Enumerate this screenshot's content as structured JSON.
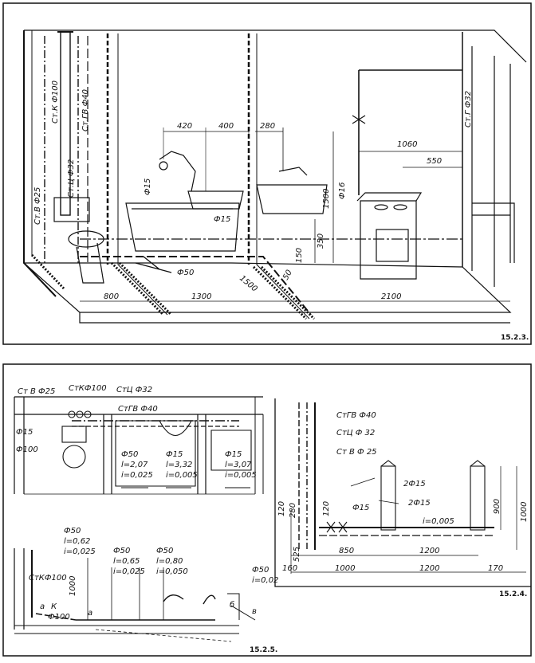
{
  "figures": {
    "fig_15_2_3": {
      "number": "15.2.3.",
      "dims": {
        "d420": "420",
        "d400": "400",
        "d280": "280",
        "d1060": "1060",
        "d550": "550",
        "d1500": "1500",
        "d350": "350",
        "d150": "150",
        "d50": "50",
        "d800": "800",
        "d1300": "1300",
        "d1500b": "1500",
        "d2100": "2100"
      },
      "labels": {
        "stk100": "Ст.К Ф100",
        "stgv40": "Ст.ГВ Ф40",
        "stc32": "Ст.Ц Ф32",
        "stv25": "Ст.В Ф25",
        "stg32": "Ст.Г Ф32",
        "f15a": "Ф15",
        "f15b": "Ф15",
        "f16": "Ф16",
        "f50": "Ф50"
      }
    },
    "fig_15_2_4": {
      "number": "15.2.4.",
      "labels": {
        "stgv40": "СтГВ Ф40",
        "stc32": "СтЦ Ф 32",
        "stv25": "Ст В Ф 25",
        "f15": "Ф15",
        "f2_15a": "2Ф15",
        "f2_15b": "2Ф15",
        "slope": "i=0,005"
      },
      "dims": {
        "d120a": "120",
        "d280": "280",
        "d120b": "120",
        "d525": "525",
        "d160": "160",
        "d1000a": "1000",
        "d850": "850",
        "d1200a": "1200",
        "d1200b": "1200",
        "d170": "170",
        "d900": "900",
        "d1000b": "1000"
      }
    },
    "fig_15_2_5": {
      "number": "15.2.5.",
      "plan": {
        "stv25": "Ст В Ф25",
        "stk100": "СтКФ100",
        "stc32": "СтЦ Ф32",
        "stgv40": "СтГВ Ф40",
        "f15": "Ф15",
        "f100": "Ф100",
        "g1": {
          "d": "Ф50",
          "l": "l=2,07",
          "i": "i=0,025"
        },
        "g2": {
          "d": "Ф15",
          "l": "l=3,32",
          "i": "i=0,005"
        },
        "g3": {
          "d": "Ф15",
          "l": "l=3,07",
          "i": "i=0,005"
        }
      },
      "section": {
        "stk100": "СтКФ100",
        "h1000": "1000",
        "a": "а",
        "k": "К",
        "f100": "Ф100",
        "a2": "а",
        "b": "б",
        "v": "в",
        "g1": {
          "d": "Ф50",
          "l": "l=0,62",
          "i": "i=0,025"
        },
        "g2": {
          "d": "Ф50",
          "l": "l=0,65",
          "i": "i=0,025"
        },
        "g3": {
          "d": "Ф50",
          "l": "l=0,80",
          "i": "i=0,050"
        },
        "g4": {
          "d": "Ф50",
          "i": "i=0,02"
        }
      }
    }
  }
}
